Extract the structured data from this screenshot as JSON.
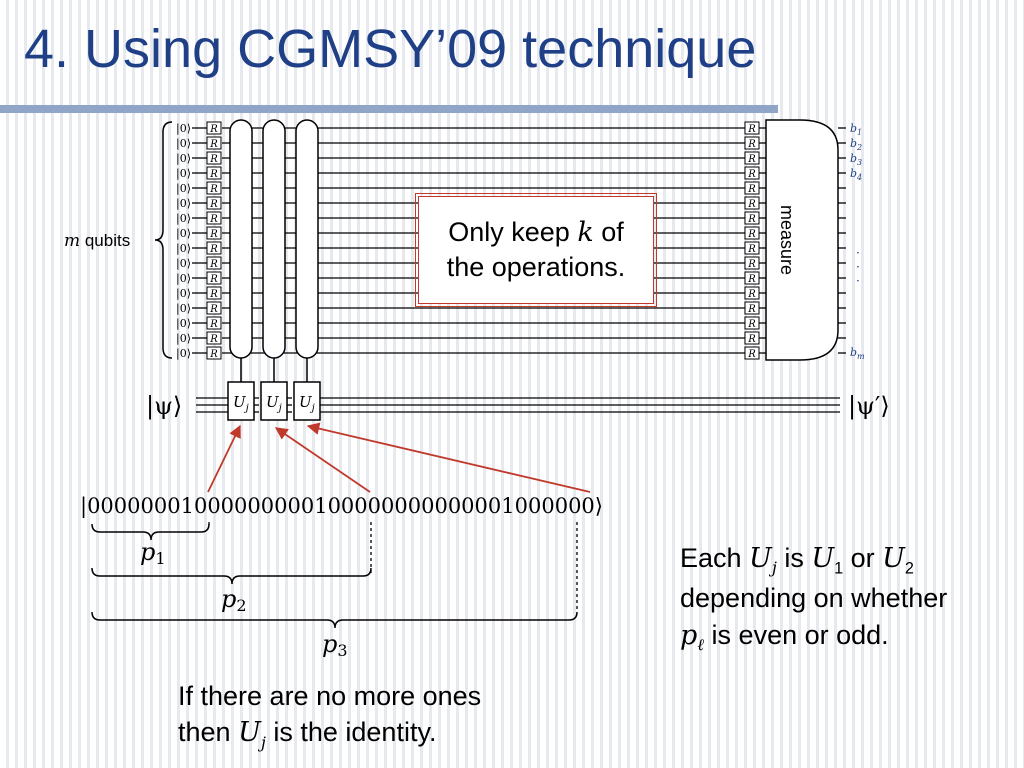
{
  "title": "4. Using CGMSY’09 technique",
  "circuit": {
    "ket_zero": "|0⟩",
    "gate_R": "R",
    "measure_label": "measure",
    "m_var": "m",
    "m_suffix": " qubits",
    "output_bits": [
      "b1",
      "b2",
      "b3",
      "b4",
      "bm"
    ],
    "output_dots": "·",
    "gate_U_base": "U",
    "gate_U_sub": "j",
    "psi_in": "|ψ⟩",
    "psi_out": "|ψ′⟩"
  },
  "callout": {
    "line1_pre": "Only keep ",
    "line1_var": "k",
    "line1_post": " of",
    "line2": "the operations."
  },
  "bitstring": "|00000001000000000100000000000001000000⟩",
  "braces": {
    "p_base": "p",
    "p1_sub": "1",
    "p2_sub": "2",
    "p3_sub": "3"
  },
  "note_right": {
    "l1_a": "Each ",
    "l1_U": "U",
    "l1_Usub": "j",
    "l1_b": " is ",
    "l1_U1": "U",
    "l1_U1sub": "1",
    "l1_c": " or ",
    "l1_U2": "U",
    "l1_U2sub": "2",
    "l2": "depending on whether",
    "l3_p": "p",
    "l3_psub": "ℓ",
    "l3_rest": " is even or odd."
  },
  "note_bottom": {
    "l1": "If there are no more ones",
    "l2_a": "then ",
    "l2_U": "U",
    "l2_Usub": "j",
    "l2_b": " is the identity."
  },
  "colors": {
    "title": "#1f3f87",
    "bit_labels": "#1f3f87",
    "arrows": "#c0392b",
    "callout_border": "#c0392b"
  }
}
